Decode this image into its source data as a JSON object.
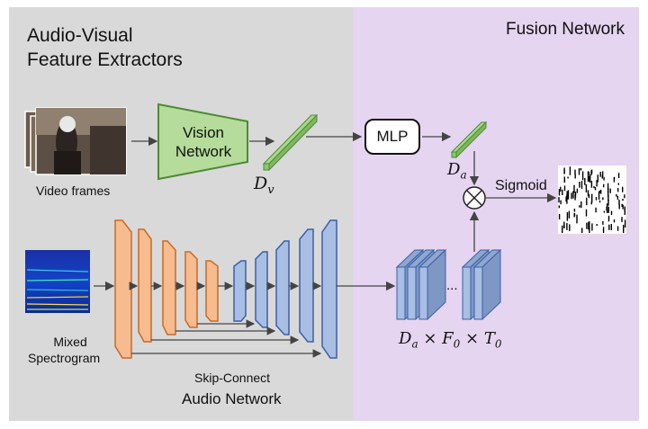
{
  "left_panel": {
    "title_line1": "Audio-Visual",
    "title_line2": "Feature Extractors"
  },
  "right_panel": {
    "title": "Fusion Network"
  },
  "vision": {
    "label_line1": "Vision",
    "label_line2": "Network",
    "feature_label": "D",
    "feature_sub": "v"
  },
  "video": {
    "caption": "Video frames"
  },
  "spectrogram": {
    "caption_line1": "Mixed",
    "caption_line2": "Spectrogram"
  },
  "audio": {
    "skip_label": "Skip-Connect",
    "network_label": "Audio Network"
  },
  "fusion": {
    "mlp_label": "MLP",
    "da_label": "D",
    "da_sub": "a",
    "multiply_symbol": "⊗",
    "sigmoid_label": "Sigmoid",
    "tensor_label": "D",
    "tensor_sub1": "a",
    "tensor_times": "×",
    "tensor_f": "F",
    "tensor_sub2": "0",
    "tensor_t": "T",
    "tensor_sub3": "0",
    "ellipsis": "..."
  },
  "colors": {
    "left_bg": "#d9d9d9",
    "right_bg": "#e5d5f0",
    "vision_fill": "#b5dc9a",
    "vision_stroke": "#4e8a35",
    "encoder_fill": "#f6bb8e",
    "encoder_stroke": "#c86a26",
    "decoder_fill": "#a8bfe3",
    "decoder_stroke": "#3a5fa8",
    "feature_fill": "#a7d98a"
  }
}
